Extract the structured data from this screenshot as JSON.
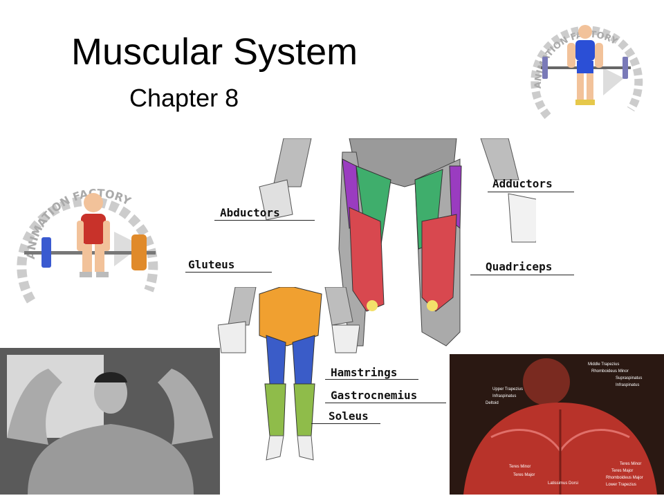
{
  "slide": {
    "title": "Muscular System",
    "subtitle": "Chapter 8"
  },
  "logo_text": "ANIMATION FACTORY",
  "diagram_labels": {
    "adductors": "Adductors",
    "abductors": "Abductors",
    "gluteus": "Gluteus",
    "quadriceps": "Quadriceps",
    "hamstrings": "Hamstrings",
    "gastrocnemius": "Gastrocnemius",
    "soleus": "Soleus"
  },
  "back_photo_labels": [
    "Middle Trapezius",
    "Rhomboideus Minor",
    "Supraspinatus",
    "Infraspinatus",
    "Upper Trapezius",
    "Infraspinatus",
    "Deltoid",
    "Teres Minor",
    "Teres Major",
    "Latissimus Dorsi",
    "Teres Minor",
    "Teres Major",
    "Rhomboideus Major",
    "Lower Trapezius"
  ],
  "colors": {
    "quadriceps": "#d8484f",
    "abductors": "#9a3cc0",
    "adductors": "#3fae6c",
    "gluteus": "#f0a030",
    "hamstrings": "#3a5cc8",
    "calves": "#8fbc4a",
    "skin_gray": "#b0b0b0",
    "back_red": "#b8332a"
  }
}
